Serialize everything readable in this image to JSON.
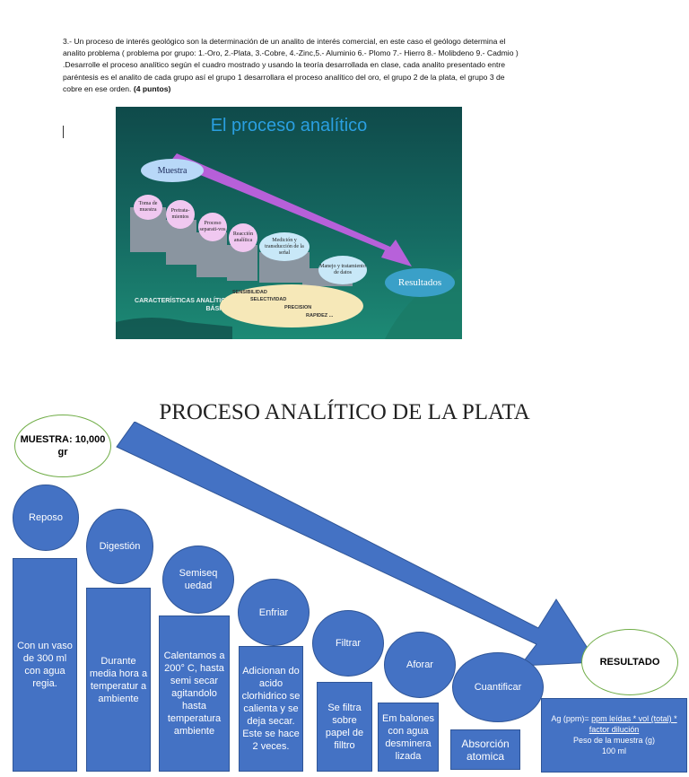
{
  "question": {
    "text": "3.- Un proceso de interés geológico son la determinación de un analito de interés comercial, en este caso el geólogo determina el analito problema ( problema por grupo:  1.-Oro, 2.-Plata, 3.-Cobre, 4.-Zinc,5.- Aluminio 6.- Plomo 7.- Hierro 8.- Molibdeno 9.- Cadmio ) .Desarrolle el proceso analítico según el cuadro mostrado y usando la teoría desarrollada en clase, cada analito presentado entre paréntesis es el analito de cada grupo así el grupo 1 desarrollara el proceso analítico del oro, el grupo 2 de la plata, el grupo 3 de cobre en ese orden.",
    "points": "(4 puntos)"
  },
  "slide": {
    "title": "El proceso analítico",
    "muestra": "Muestra",
    "resultados": "Resultados",
    "steps": [
      "Toma de muestra",
      "Pretrata-mientos",
      "Proceso separati-vos",
      "Reacción analítica",
      "Medición y transducción de la señal",
      "Manejo y tratamiento de datos"
    ],
    "caracteristicas": "CARACTERÍSTICAS ANALÍTICAS BÁSICAS",
    "props": [
      "SENSIBILIDAD",
      "SELECTIVIDAD",
      "PRECISION",
      "RAPIDEZ ..."
    ],
    "colors": {
      "arrow": "#c060e0",
      "step_fill": "#f0c8f0",
      "title": "#2a9fe0"
    }
  },
  "diagram": {
    "title": "PROCESO ANALÍTICO DE LA PLATA",
    "muestra": "MUESTRA: 10,000 gr",
    "resultado": "RESULTADO",
    "steps": [
      {
        "name": "Reposo",
        "detail": "Con un vaso de 300 ml con agua regia."
      },
      {
        "name": "Digestión",
        "detail": "Durante media hora a temperatur a ambiente"
      },
      {
        "name": "Semiseq uedad",
        "detail": "Calentamos a 200° C, hasta semi secar agitandolo hasta temperatura ambiente"
      },
      {
        "name": "Enfriar",
        "detail": "Adicionan do acido clorhidrico se calienta y se deja secar. Este se hace 2 veces."
      },
      {
        "name": "Filtrar",
        "detail": "Se filtra sobre papel de filltro"
      },
      {
        "name": "Aforar",
        "detail": "Em balones con agua desminera lizada"
      },
      {
        "name": "Cuantificar",
        "detail": "Absorción atomica"
      }
    ],
    "formula": {
      "lhs": "Ag (ppm)= ",
      "numerator": "ppm leídas * vol (total) * factor dilución",
      "denominator": "Peso de la muestra (g)",
      "unit": "100 ml"
    },
    "colors": {
      "blue": "#4472c4",
      "border": "#2f5597",
      "green": "#70ad47"
    }
  }
}
